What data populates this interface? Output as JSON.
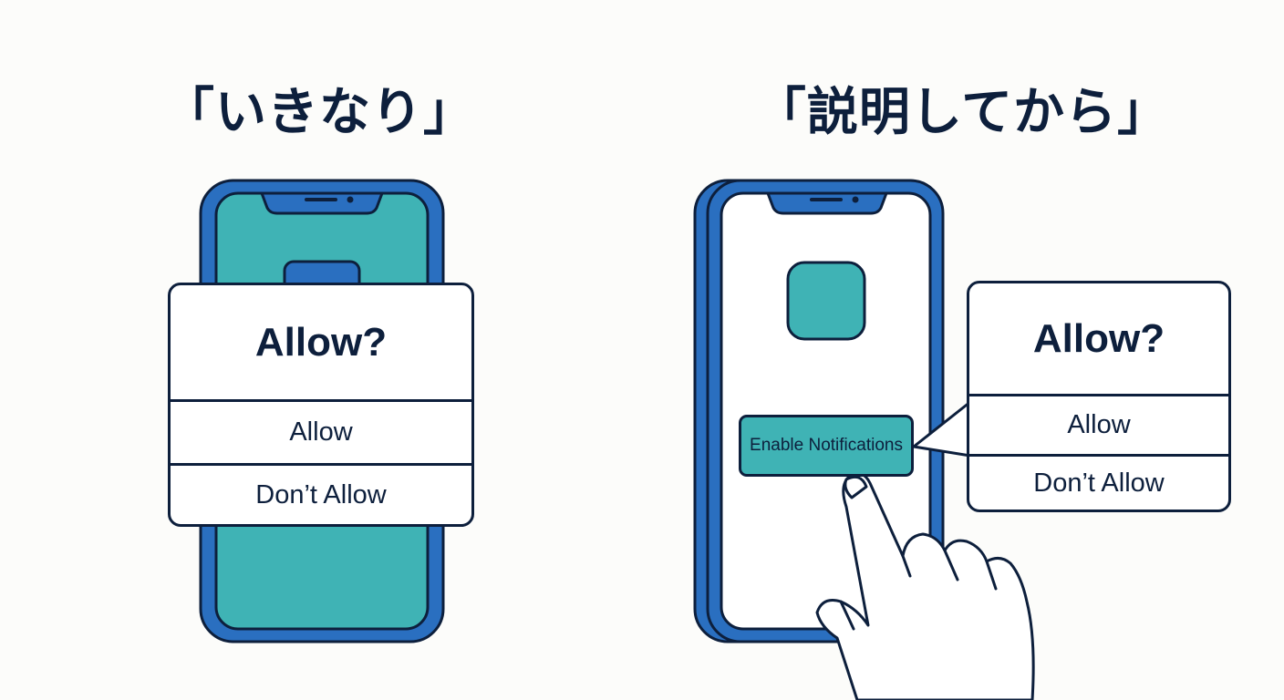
{
  "headings": {
    "left": "「いきなり」",
    "right": "「説明してから」"
  },
  "left_dialog": {
    "title": "Allow?",
    "allow_label": "Allow",
    "deny_label": "Don’t Allow"
  },
  "right_dialog": {
    "title": "Allow?",
    "allow_label": "Allow",
    "deny_label": "Don’t Allow"
  },
  "enable_button": {
    "label": "Enable Notifications"
  },
  "icons": {
    "phone_left": "smartphone-icon",
    "phone_right": "smartphone-icon",
    "app_icon": "app-icon",
    "hand": "pointing-hand-icon"
  },
  "colors": {
    "background": "#fcfcfa",
    "ink": "#0d1f3c",
    "phone_frame": "#2a6fc0",
    "teal": "#3fb3b5",
    "white": "#ffffff"
  }
}
